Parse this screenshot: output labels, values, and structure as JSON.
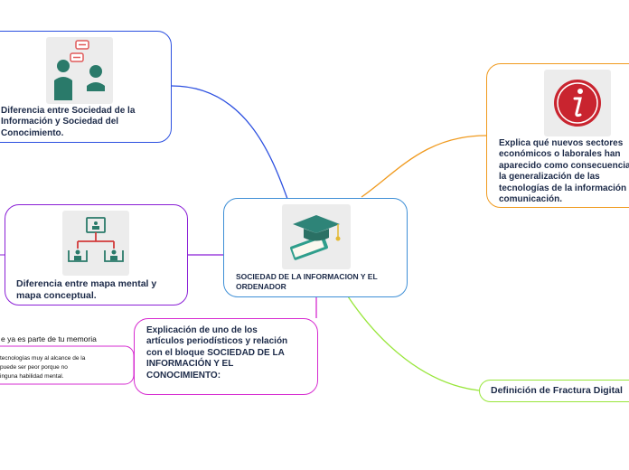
{
  "center": {
    "title": "SOCIEDAD DE LA INFORMACION Y EL ORDENADOR",
    "icon": "graduation-cap-diploma-icon",
    "color": "#3e8fd6"
  },
  "topics": {
    "sociedad": {
      "label": "Diferencia entre Sociedad de la Información y Sociedad del Conocimiento.",
      "icon": "people-chat-icon",
      "color": "#2b4fe0"
    },
    "mapa": {
      "label": "Diferencia entre mapa mental y mapa conceptual.",
      "icon": "org-chart-icon",
      "color": "#8a1fd6"
    },
    "articulos": {
      "label": "Explicación de uno de los artículos periodísticos y relación con el bloque SOCIEDAD DE LA INFORMACIÓN Y EL CONOCIMIENTO:",
      "color": "#d62bd0"
    },
    "sectores": {
      "label": "Explica qué nuevos sectores económicos o laborales han aparecido como consecuencia de la generalización de las tecnologías de la información y la comunicación.",
      "icon": "info-icon",
      "color": "#f09a1e"
    },
    "fractura": {
      "label": "Definición de Fractura Digital",
      "color": "#98e63a"
    }
  },
  "subtopics": {
    "memoria": "e ya es parte de tu memoria",
    "tecnologias": [
      "tecnologías muy al alcance de la",
      "puede ser peor porque no",
      "inguna habilidad mental."
    ]
  }
}
